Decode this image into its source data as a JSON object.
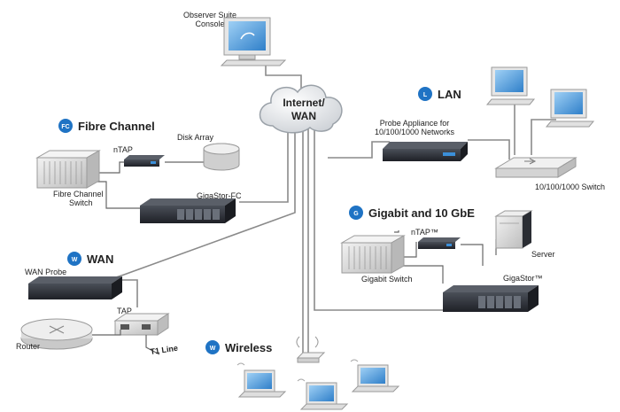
{
  "cloud": {
    "line1": "Internet/",
    "line2": "WAN"
  },
  "observer": {
    "line1": "Observer Suite",
    "line2": "Console"
  },
  "lan": {
    "badge": "L",
    "title": "LAN",
    "switch_label": "10/100/1000 Switch"
  },
  "probe": {
    "line1": "Probe Appliance for",
    "line2": "10/100/1000 Networks"
  },
  "fibre": {
    "badge": "FC",
    "title": "Fibre Channel",
    "ntap": "nTAP",
    "disk_array": "Disk Array",
    "switch_line1": "Fibre Channel",
    "switch_line2": "Switch",
    "gigastor": "GigaStor-FC"
  },
  "gigabit": {
    "badge": "G",
    "title": "Gigabit and 10 GbE",
    "ntap": "nTAP™",
    "server": "Server",
    "switch": "Gigabit Switch",
    "gigastor": "GigaStor™"
  },
  "wan": {
    "badge": "W",
    "title": "WAN",
    "probe": "WAN Probe",
    "tap": "TAP",
    "router": "Router",
    "t1": "T1 Line"
  },
  "wireless": {
    "badge": "W",
    "title": "Wireless"
  },
  "colors": {
    "badge": "#1f73c4",
    "screen": "#3b8fd9",
    "device_dark": "#2a2d33"
  }
}
